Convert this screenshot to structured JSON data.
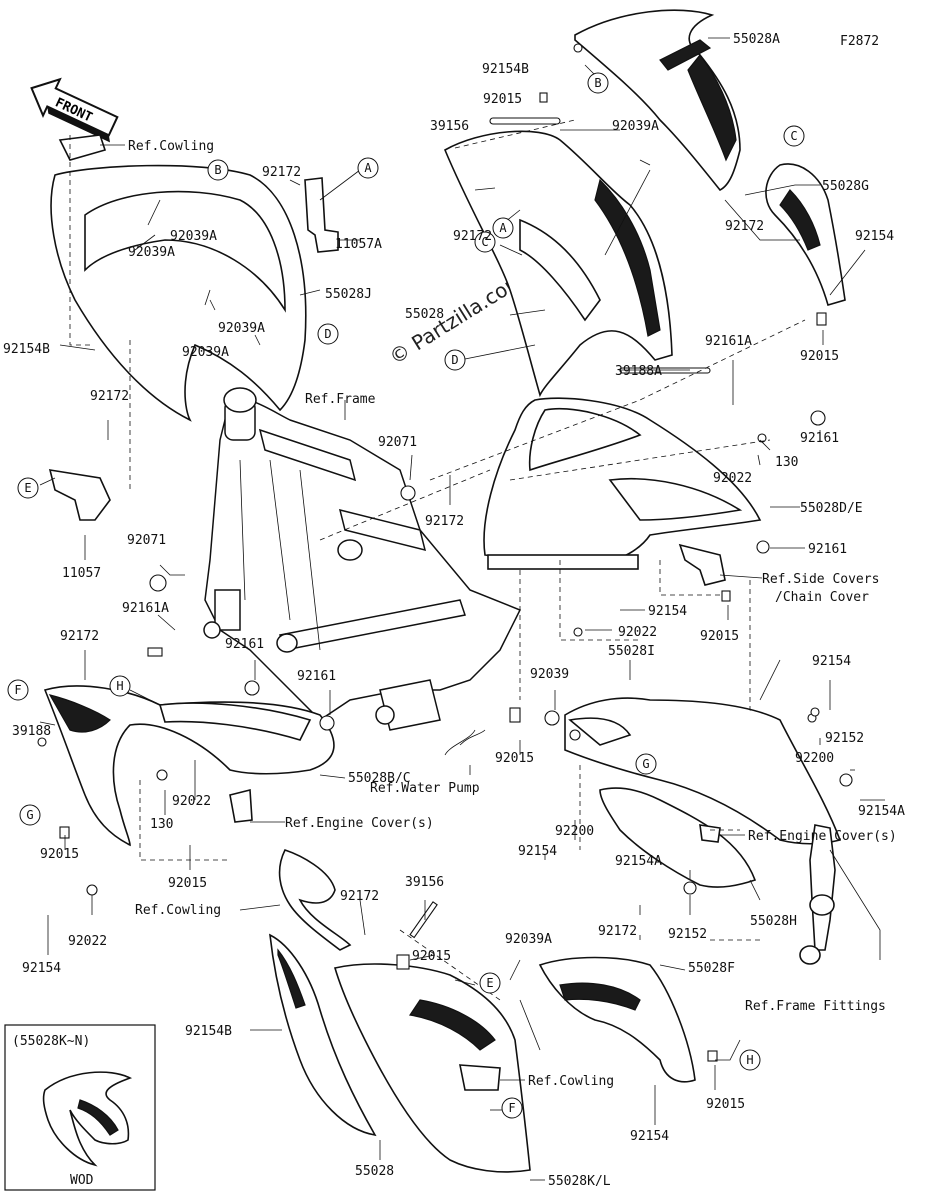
{
  "figure_code": "F2872",
  "front_arrow_label": "FRONT",
  "watermark": "© Partzilla.com",
  "inset": {
    "title": "(55028K~N)",
    "caption": "WOD"
  },
  "callouts": [
    "A",
    "B",
    "C",
    "D",
    "E",
    "F",
    "G",
    "H"
  ],
  "labels": {
    "p55028A": "55028A",
    "p92154B_top": "92154B",
    "p92015_top": "92015",
    "p39156_top": "39156",
    "p92039A_top": "92039A",
    "p55028G": "55028G",
    "p92172_top_right": "92172",
    "p92154_top_right": "92154",
    "p92172_mid": "92172",
    "p5502x": "55028",
    "p92161A_top": "92161A",
    "p39188A": "39188A",
    "p92015_right": "92015",
    "p92161_right": "92161",
    "p130_right": "130",
    "p92022_right": "92022",
    "p55028DE": "55028D/E",
    "p92161_mid_right": "92161",
    "p92071_mid": "92071",
    "p92172_center": "92172",
    "p92154_center": "92154",
    "p92022_center": "92022",
    "p92015_center_right": "92015",
    "ref_cowling_top": "Ref.Cowling",
    "p92172_left_top": "92172",
    "p11057A": "11057A",
    "p92039A_l1": "92039A",
    "p92039A_l2": "92039A",
    "p92039A_l3": "92039A",
    "p92039A_l4": "92039A",
    "p55028J": "55028J",
    "p92154B_left": "92154B",
    "ref_frame": "Ref.Frame",
    "p92172_left_mid": "92172",
    "p11057": "11057",
    "p92071_left": "92071",
    "p92161A_left": "92161A",
    "p92161_left": "92161",
    "p92161_center": "92161",
    "p92172_left_low": "92172",
    "p39188": "39188",
    "p55028BC": "55028B/C",
    "p130_left": "130",
    "p92022_left": "92022",
    "p92015_left": "92015",
    "ref_engine_cover_left": "Ref.Engine Cover(s)",
    "p92015_lower_left": "92015",
    "p92022_lower_left": "92022",
    "p92154_lower_left": "92154",
    "ref_water_pump": "Ref.Water Pump",
    "p92015_water": "92015",
    "p92039_center": "92039",
    "p55028I": "55028I",
    "p92154_right_mid": "92154",
    "p92200_right": "92200",
    "p92152_right": "92152",
    "p92154A_right": "92154A",
    "ref_side_covers": "Ref.Side Covers",
    "ref_chain_cover": "/Chain Cover",
    "p92200_center": "92200",
    "p92154_center_low": "92154",
    "ref_engine_cover_right": "Ref.Engine Cover(s)",
    "p92154A_low": "92154A",
    "p92152_low": "92152",
    "p55028H": "55028H",
    "ref_cowling_mid": "Ref.Cowling",
    "p92172_low_center": "92172",
    "p39156_low": "39156",
    "p92015_low_center": "92015",
    "p92039A_low": "92039A",
    "p92172_low_right": "92172",
    "p55028F": "55028F",
    "ref_frame_fittings": "Ref.Frame Fittings",
    "p92154B_low": "92154B",
    "ref_cowling_low": "Ref.Cowling",
    "p55028_low": "55028",
    "p55028KL": "55028K/L",
    "p92015_low_right": "92015",
    "p92154_low_right": "92154"
  }
}
